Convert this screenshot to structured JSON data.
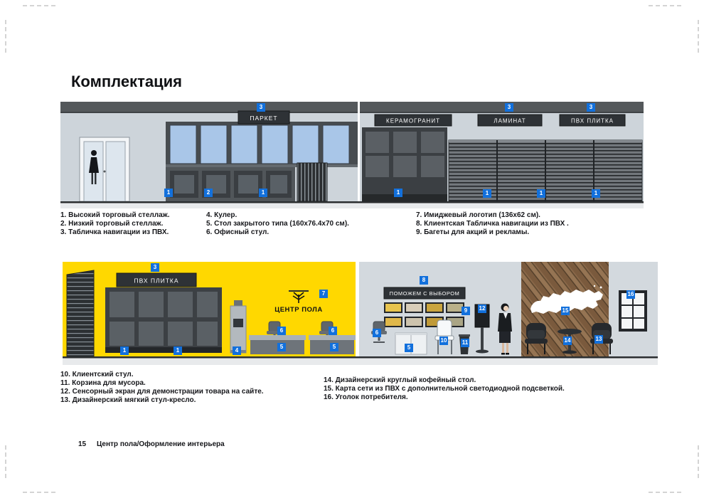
{
  "page": {
    "title": "Комплектация",
    "footer_page_number": "15",
    "footer_text": "Центр пола/Оформление интерьера"
  },
  "signs": {
    "parquet": "ПАРКЕТ",
    "keramogranit": "КЕРАМОГРАНИТ",
    "laminat": "ЛАМИНАТ",
    "pvh_top": "ПВХ ПЛИТКА",
    "pvh_bottom": "ПВХ ПЛИТКА",
    "help": "ПОМОЖЕМ С ВЫБОРОМ",
    "logo": "ЦЕНТР ПОЛА"
  },
  "legend_top": {
    "col1": [
      "1. Высокий торговый стеллаж.",
      "2. Низкий торговый стеллаж.",
      "3. Табличка навигации из ПВХ."
    ],
    "col2": [
      "4. Кулер.",
      "5. Стол закрытого типа (160х76.4х70 см).",
      "6. Офисный стул."
    ],
    "col3": [
      "7. Имиджевый логотип (136х62 см).",
      "8. Клиентская Табличка навигации из ПВХ .",
      "9. Багеты для акций и рекламы."
    ]
  },
  "legend_bottom": {
    "col1": [
      "10. Клиентский стул.",
      "11. Корзина для мусора.",
      "12. Сенсорный экран для демонстрации товара на сайте.",
      "13. Дизайнерский мягкий стул-кресло."
    ],
    "col2": [
      "14. Дизайнерский круглый кофейный стол.",
      "15. Карта сети из ПВХ с дополнительной светодиодной подсветкой.",
      "16. Уголок потребителя."
    ]
  },
  "markers": {
    "top": [
      "3",
      "1",
      "2",
      "1",
      "3",
      "3",
      "1",
      "1",
      "1",
      "1"
    ],
    "bottom": [
      "3",
      "7",
      "1",
      "1",
      "4",
      "6",
      "6",
      "5",
      "5",
      "8",
      "9",
      "12",
      "6",
      "5",
      "10",
      "11",
      "15",
      "14",
      "13",
      "16"
    ]
  },
  "colors": {
    "marker_blue": "#1270dc",
    "accent_yellow": "#ffd800"
  }
}
